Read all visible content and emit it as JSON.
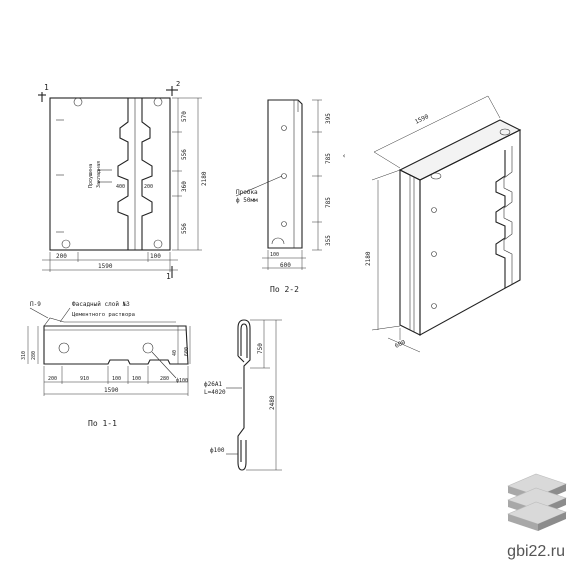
{
  "labels": {
    "top_left_marker": "1",
    "bottom_right_marker": "1",
    "top_right_marker": "2",
    "front_width": "1590",
    "front_height": "2180",
    "front_seg1": "570",
    "front_seg2": "556",
    "front_seg3": "360",
    "front_seg4": "556",
    "front_small_left": "200",
    "front_small_right": "100",
    "front_center": "400",
    "front_center2": "200",
    "front_text1": "Проушина",
    "front_text2": "Закладная",
    "side_dim1": "395",
    "side_dim2": "785",
    "side_dim3": "785",
    "side_dim4": "355",
    "side_bottom": "600",
    "side_small": "100",
    "side_hole": "Пробка",
    "side_hole_diam": "ф 50мм",
    "side_caption": "По 2-2",
    "section_marker": "П-9",
    "section_layer1": "Фасадный слой №3",
    "section_layer2": "Цементного раствора",
    "section_left1": "310",
    "section_left2": "280",
    "section_right1": "40",
    "section_right2": "600",
    "section_dim_a": "200",
    "section_dim_b": "910",
    "section_dim_c": "100",
    "section_dim_d": "100",
    "section_dim_e": "280",
    "section_dim_total": "1590",
    "section_dim_diam": "ф100",
    "section_caption": "По 1-1",
    "loop_dim1": "750",
    "loop_dim2": "2480",
    "loop_bar": "ф26А1",
    "loop_len": "L=4020",
    "loop_diam": "ф100",
    "iso_width": "1590",
    "iso_height": "2180",
    "iso_depth": "600",
    "watermark": "gbi22.ru"
  },
  "colors": {
    "line": "#222222",
    "watermark": "#555555",
    "logo_light": "#d9d9d9",
    "logo_dark": "#8c8c8c"
  }
}
